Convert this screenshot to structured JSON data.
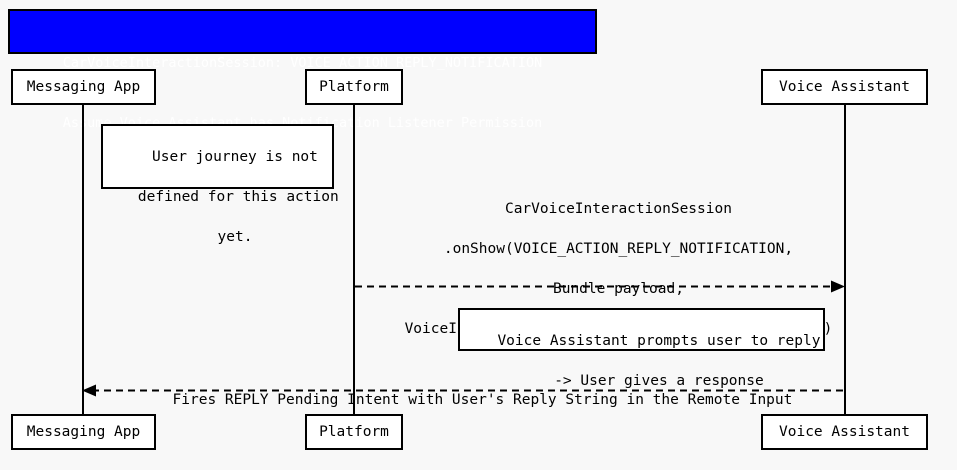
{
  "diagram": {
    "type": "uml-sequence-diagram",
    "background_color": "#f8f8f8",
    "line_color": "#000000",
    "title": {
      "background_color": "#0000ff",
      "text_color": "#ffffff",
      "line1": "CarVoiceInteractionSession: VOICE_ACTION_REPLY_NOTIFICATION",
      "line2": "Assume Voice Assistant has Notification Listener Permission"
    },
    "participants": [
      {
        "id": "messaging-app",
        "label": "Messaging App"
      },
      {
        "id": "platform",
        "label": "Platform"
      },
      {
        "id": "voice-assistant",
        "label": "Voice Assistant"
      }
    ],
    "participants_bottom": [
      {
        "id": "messaging-app",
        "label": "Messaging App"
      },
      {
        "id": "platform",
        "label": "Platform"
      },
      {
        "id": "voice-assistant",
        "label": "Voice Assistant"
      }
    ],
    "notes": [
      {
        "id": "note-user-journey",
        "line1": "User journey is not",
        "line2": "defined for this action",
        "line3": "yet."
      },
      {
        "id": "note-voice-prompt",
        "line1": "Voice Assistant prompts user to reply",
        "line2": "-> User gives a response"
      }
    ],
    "messages": [
      {
        "id": "msg-onshow",
        "from": "platform",
        "to": "voice-assistant",
        "style": "dashed",
        "arrowhead": "filled",
        "direction": "right",
        "line1": "CarVoiceInteractionSession",
        "line2": ".onShow(VOICE_ACTION_REPLY_NOTIFICATION,",
        "line3": "Bundle payload,",
        "line4": "VoiceInteractionSession.SHOW_SOURCE_NOTIFICATION)"
      },
      {
        "id": "msg-reply-intent",
        "from": "voice-assistant",
        "to": "messaging-app",
        "style": "dashed",
        "arrowhead": "filled",
        "direction": "left",
        "line1": "Fires REPLY Pending Intent with User's Reply String in the Remote Input"
      }
    ]
  }
}
